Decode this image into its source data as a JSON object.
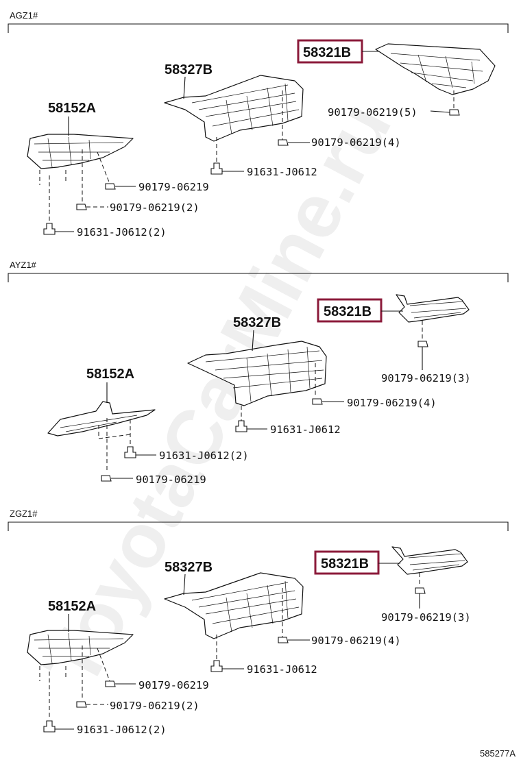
{
  "watermark": "ToyotaCarMine.ru",
  "sections": [
    {
      "title": "AGZ1#",
      "parts": {
        "p58321": "58321B",
        "p58327": "58327B",
        "p58152": "58152A",
        "h1": "90179-06219(5)",
        "h2": "90179-06219(4)",
        "h3": "91631-J0612",
        "h4": "90179-06219",
        "h5": "90179-06219(2)",
        "h6": "91631-J0612(2)"
      }
    },
    {
      "title": "AYZ1#",
      "parts": {
        "p58321": "58321B",
        "p58327": "58327B",
        "p58152": "58152A",
        "h1": "90179-06219(3)",
        "h2": "90179-06219(4)",
        "h3": "91631-J0612",
        "h4": "91631-J0612(2)",
        "h5": "90179-06219"
      }
    },
    {
      "title": "ZGZ1#",
      "parts": {
        "p58321": "58321B",
        "p58327": "58327B",
        "p58152": "58152A",
        "h1": "90179-06219(3)",
        "h2": "90179-06219(4)",
        "h3": "91631-J0612",
        "h4": "90179-06219",
        "h5": "90179-06219(2)",
        "h6": "91631-J0612(2)"
      }
    }
  ],
  "reference": "585277A",
  "colors": {
    "highlight": "#8b1a3a",
    "ink": "#111111"
  }
}
